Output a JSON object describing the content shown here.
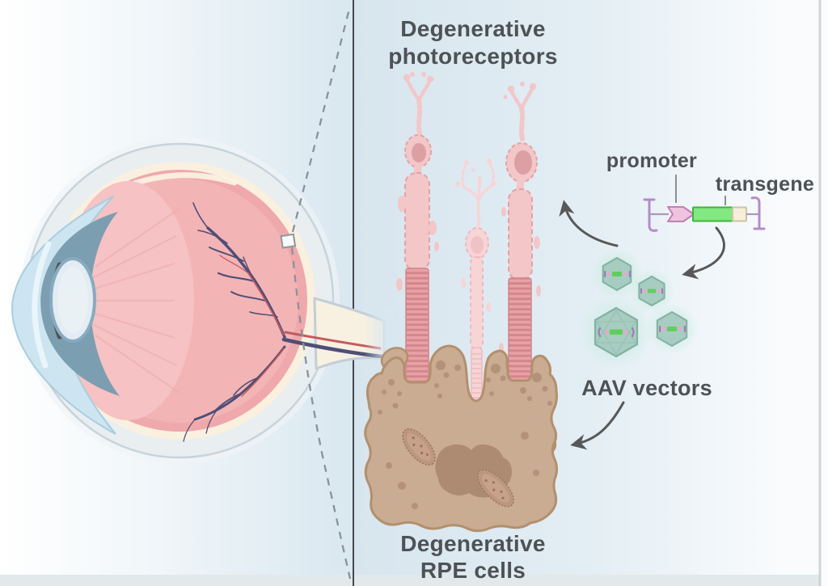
{
  "figure": {
    "left_panel": {
      "illustration": "eye-cross-section",
      "zoom_indicator": "dashed-lines-from-retina-region-to-right-panel"
    },
    "right_panel": {
      "photoreceptors_label": {
        "line1": "Degenerative",
        "line2": "photoreceptors"
      },
      "construct_labels": {
        "promoter": "promoter",
        "transgene": "transgene"
      },
      "aav_label": "AAV vectors",
      "rpe_label": {
        "line1": "Degenerative",
        "line2": "RPE cells"
      }
    }
  },
  "colors": {
    "label_text": "#4d5256",
    "divider": "#44484c",
    "dashed_line": "#8a9299",
    "bg_left_start": "#ffffff",
    "bg_left_end": "#d9e7f0",
    "bg_right_start": "#d7e5ee",
    "bg_right_mid": "#e3eef4",
    "bg_right_end": "#f9fbfd",
    "footer_strip": "#e3e8ea",
    "right_edge_band": "#c9ced1",
    "right_edge_white": "#fbfcfd",
    "marker_fill": "#f7fafb",
    "marker_stroke": "#8d989f",
    "sclera_fill": "#e9eef1",
    "sclera_stroke": "#c7d4da",
    "cream": "#f9f0e0",
    "choroid": "#efa8ab",
    "vitreous": "#f3b4b5",
    "highlight": "#fcf4e6",
    "fan": "#f6c2c3",
    "fan_line": "#edabae",
    "cornea_fill": "#cde5f0",
    "cornea_stroke": "#a8cde0",
    "chamber": "#7c9eb1",
    "iris_dark": "#55514d",
    "lens_fill": "#e3ecf2",
    "lens_stroke": "#86abc0",
    "vessel": "#4e4e76",
    "artery": "#c45a5e",
    "nerve_fill": "#f8f0e1",
    "nerve_stroke": "#c3ced5",
    "photoreceptor_fill": "#f3c6c8",
    "photoreceptor_stroke": "#e3a2a6",
    "photoreceptor_nucleus": "#dc9fa4",
    "outer_segment_base": "#e8a1a5",
    "outer_segment_stripe": "#d1868c",
    "pale_cell_fill": "#f7d4d6",
    "pale_cell_stroke": "#edb9bd",
    "pale_nucleus": "#f0c2c6",
    "rpe_fill": "#c9ac92",
    "rpe_stroke": "#b2906d",
    "rpe_spot": "#b29076",
    "rpe_organelle": "#bb977e",
    "rpe_organelle_inner": "#c7a189",
    "rpe_organelle_dot": "#97765f",
    "rpe_blob": "#ad8b73",
    "aav_fill": "#a5cbbf",
    "aav_stroke": "#7fae9f",
    "aav_facet": "#8fbcae",
    "aav_glow": "#c9ecdf",
    "mini_green": "#5ecf5e",
    "mini_pink": "#e8a8cc",
    "mini_purple": "#9c7cb8",
    "itr_purple": "#b48cc8",
    "construct_line": "#b094c4",
    "promoter_fill": "#eec3de",
    "promoter_stroke": "#c17fb4",
    "transgene_fill": "#82e882",
    "transgene_stroke": "#3fb43f",
    "tail_fill": "#f6eed8",
    "tail_stroke": "#cdc3a8",
    "pointer_line": "#8a8f94",
    "arrow": "#585858"
  }
}
